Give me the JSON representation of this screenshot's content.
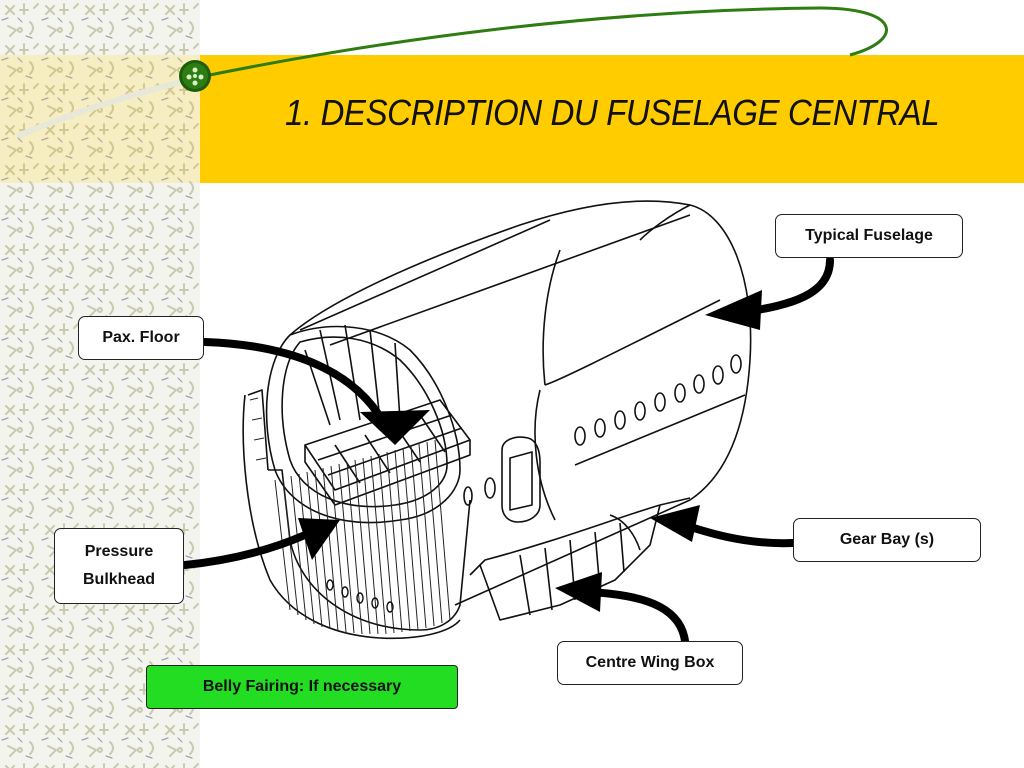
{
  "slide": {
    "title": "1. DESCRIPTION DU FUSELAGE CENTRAL",
    "colors": {
      "title_band": "#ffcc00",
      "swoosh": "#2e7d12",
      "highlight_box": "#22dd22"
    }
  },
  "labels": {
    "typical_fuselage": "Typical Fuselage",
    "pax_floor": "Pax. Floor",
    "gear_bay": "Gear Bay (s)",
    "pressure_bulkhead": "Pressure\nBulkhead",
    "centre_wing_box": "Centre Wing Box",
    "belly_fairing": "Belly Fairing: If necessary"
  }
}
